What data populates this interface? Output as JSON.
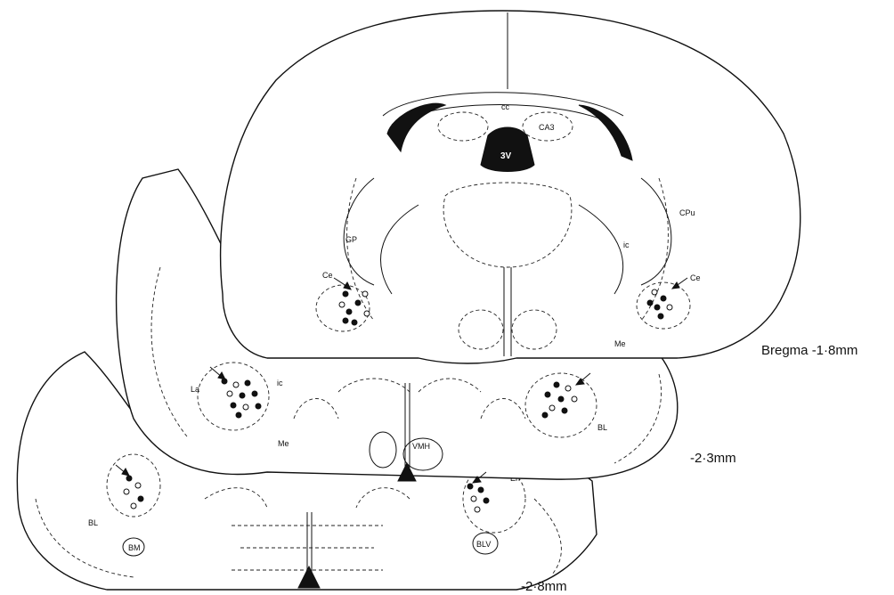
{
  "levels": [
    {
      "label": "Bregma -1·8mm"
    },
    {
      "label": "-2·3mm"
    },
    {
      "label": "-2·8mm"
    }
  ],
  "regions": {
    "cc": "cc",
    "ca3": "CA3",
    "v3": "3V",
    "cpu": "CPu",
    "gp": "GP",
    "ic_top": "ic",
    "ic_mid": "ic",
    "ce_left": "Ce",
    "ce_right": "Ce",
    "me_right": "Me",
    "la": "La",
    "me_mid": "Me",
    "bl_right": "BL",
    "vmh": "VMH",
    "en": "En",
    "blv": "BLV",
    "bl_left": "BL",
    "bm": "BM"
  }
}
